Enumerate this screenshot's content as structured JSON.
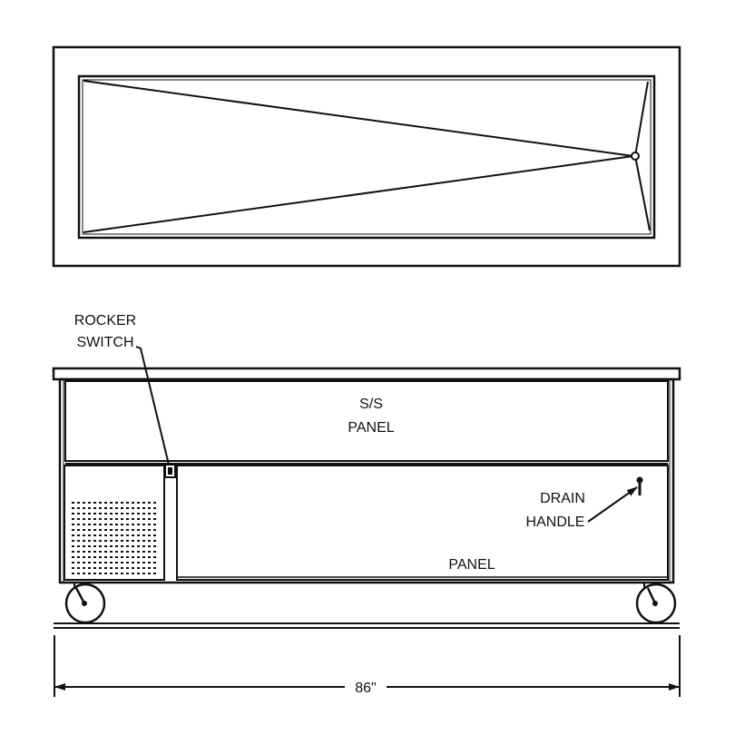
{
  "labels": {
    "rocker_switch_line1": "ROCKER",
    "rocker_switch_line2": "SWITCH",
    "ss_panel_line1": "S/S",
    "ss_panel_line2": "PANEL",
    "drain_handle_line1": "DRAIN",
    "drain_handle_line2": "HANDLE",
    "panel": "PANEL",
    "width_dimension": "86\""
  },
  "colors": {
    "line": "#111111",
    "background": "#ffffff"
  }
}
